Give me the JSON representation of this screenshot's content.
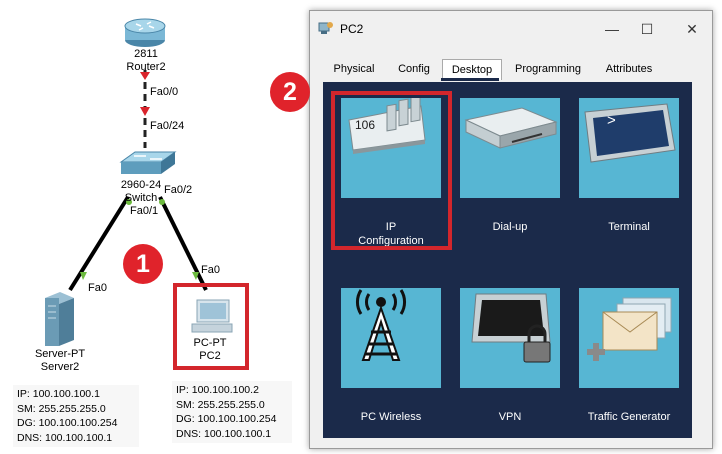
{
  "topology": {
    "router": {
      "name_line1": "2811",
      "name_line2": "Router2"
    },
    "switch": {
      "name_line1": "2960-24",
      "name_line2": "Switch"
    },
    "ports": {
      "router_fa00": "Fa0/0",
      "switch_fa024": "Fa0/24",
      "switch_fa02": "Fa0/2",
      "switch_fa01": "Fa0/1",
      "server_fa0": "Fa0",
      "pc_fa0": "Fa0"
    },
    "server": {
      "type": "Server-PT",
      "name": "Server2",
      "ip": "IP: 100.100.100.1",
      "sm": "SM: 255.255.255.0",
      "dg": "DG: 100.100.100.254",
      "dns": "DNS: 100.100.100.1"
    },
    "pc": {
      "type": "PC-PT",
      "name": "PC2",
      "ip": "IP: 100.100.100.2",
      "sm": "SM: 255.255.255.0",
      "dg": "DG: 100.100.100.254",
      "dns": "DNS: 100.100.100.1"
    }
  },
  "annotations": {
    "step1": "1",
    "step2": "2",
    "highlight_color": "#d3262c",
    "badge_color": "#e0232b"
  },
  "window": {
    "title": "PC2",
    "buttons": {
      "minimize": "—",
      "maximize": "☐",
      "close": "✕"
    },
    "tabs": [
      "Physical",
      "Config",
      "Desktop",
      "Programming",
      "Attributes"
    ],
    "active_tab": "Desktop"
  },
  "desktop": {
    "apps": [
      {
        "line1": "IP",
        "line2": "Configuration",
        "icon": "ip-config-icon",
        "display": "106"
      },
      {
        "line1": "Dial-up",
        "line2": "",
        "icon": "modem-icon"
      },
      {
        "line1": "Terminal",
        "line2": "",
        "icon": "terminal-icon",
        "display": ">"
      },
      {
        "line1": "PC Wireless",
        "line2": "",
        "icon": "wireless-tower-icon"
      },
      {
        "line1": "VPN",
        "line2": "",
        "icon": "vpn-lock-icon"
      },
      {
        "line1": "Traffic Generator",
        "line2": "",
        "icon": "traffic-envelope-icon"
      }
    ]
  }
}
